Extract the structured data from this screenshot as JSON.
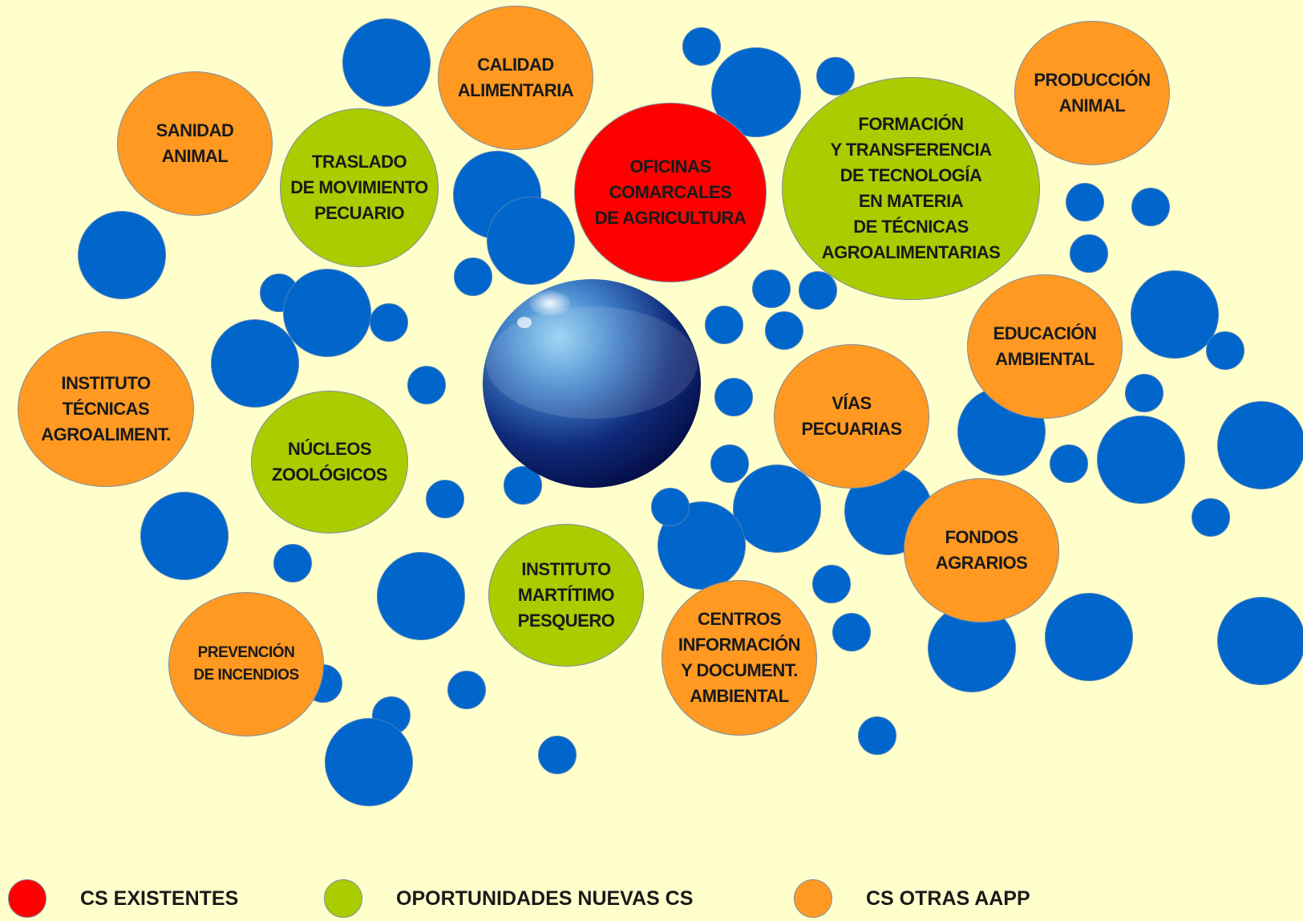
{
  "colors": {
    "background": "#ffffcc",
    "existing": "#ff0000",
    "new_opportunities": "#aacc00",
    "other_administrations": "#ff9922",
    "filler": "#0066cc",
    "sphere": "#1a3d8f"
  },
  "nodes": {
    "oficinas": "OFICINAS\nCOMARCALES\nDE AGRICULTURA",
    "formacion": "FORMACIÓN\nY TRANSFERENCIA\nDE TECNOLOGÍA\nEN MATERIA\nDE TÉCNICAS\nAGROALIMENTARIAS",
    "traslado": "TRASLADO\nDE MOVIMIENTO\nPECUARIO",
    "nucleos": "NÚCLEOS\nZOOLÓGICOS",
    "maritimo": "INSTITUTO\nMARTÍTIMO\nPESQUERO",
    "calidad": "CALIDAD\nALIMENTARIA",
    "sanidad": "SANIDAD\nANIMAL",
    "produccion": "PRODUCCIÓN\nANIMAL",
    "educacion": "EDUCACIÓN\nAMBIENTAL",
    "instituto_tecnicas": "INSTITUTO\nTÉCNICAS\nAGROALIMENT.",
    "vias": "VÍAS\nPECUARIAS",
    "fondos": "FONDOS\nAGRARIOS",
    "prevencion": "PREVENCIÓN\nDE INCENDIOS",
    "centros": "CENTROS\nINFORMACIÓN\nY DOCUMENT.\nAMBIENTAL"
  },
  "legend": {
    "existing": "CS EXISTENTES",
    "new": "OPORTUNIDADES NUEVAS CS",
    "other": "CS OTRAS AAPP"
  }
}
